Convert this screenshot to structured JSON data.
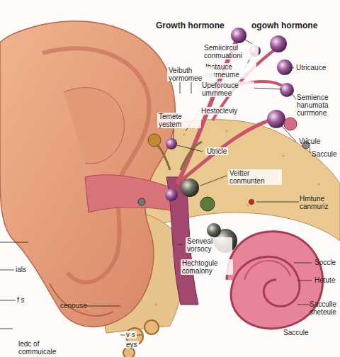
{
  "diagram": {
    "labels": [
      "Growth hormone",
      "ogowh hormone",
      "Utricauce",
      "Semiicircul conmuationi",
      "Ihstauce carrneume",
      "Veibuth yormomee",
      "Upeforouce umrnmee",
      "Semience hanumata currmone",
      "Hestocleviy",
      "Temete yestem",
      "Vricule",
      "Utricle",
      "Saccule",
      "Veitter conmunten",
      "Hmtune canmuriz",
      "Senveal vorsocy",
      "Hechtogule comalony",
      "Soccle",
      "Hetute",
      "Sacculle sneteule",
      "Saccule",
      "ials",
      "f s",
      "cenouse",
      "v s",
      "eys",
      "ledc of commuicale"
    ]
  }
}
